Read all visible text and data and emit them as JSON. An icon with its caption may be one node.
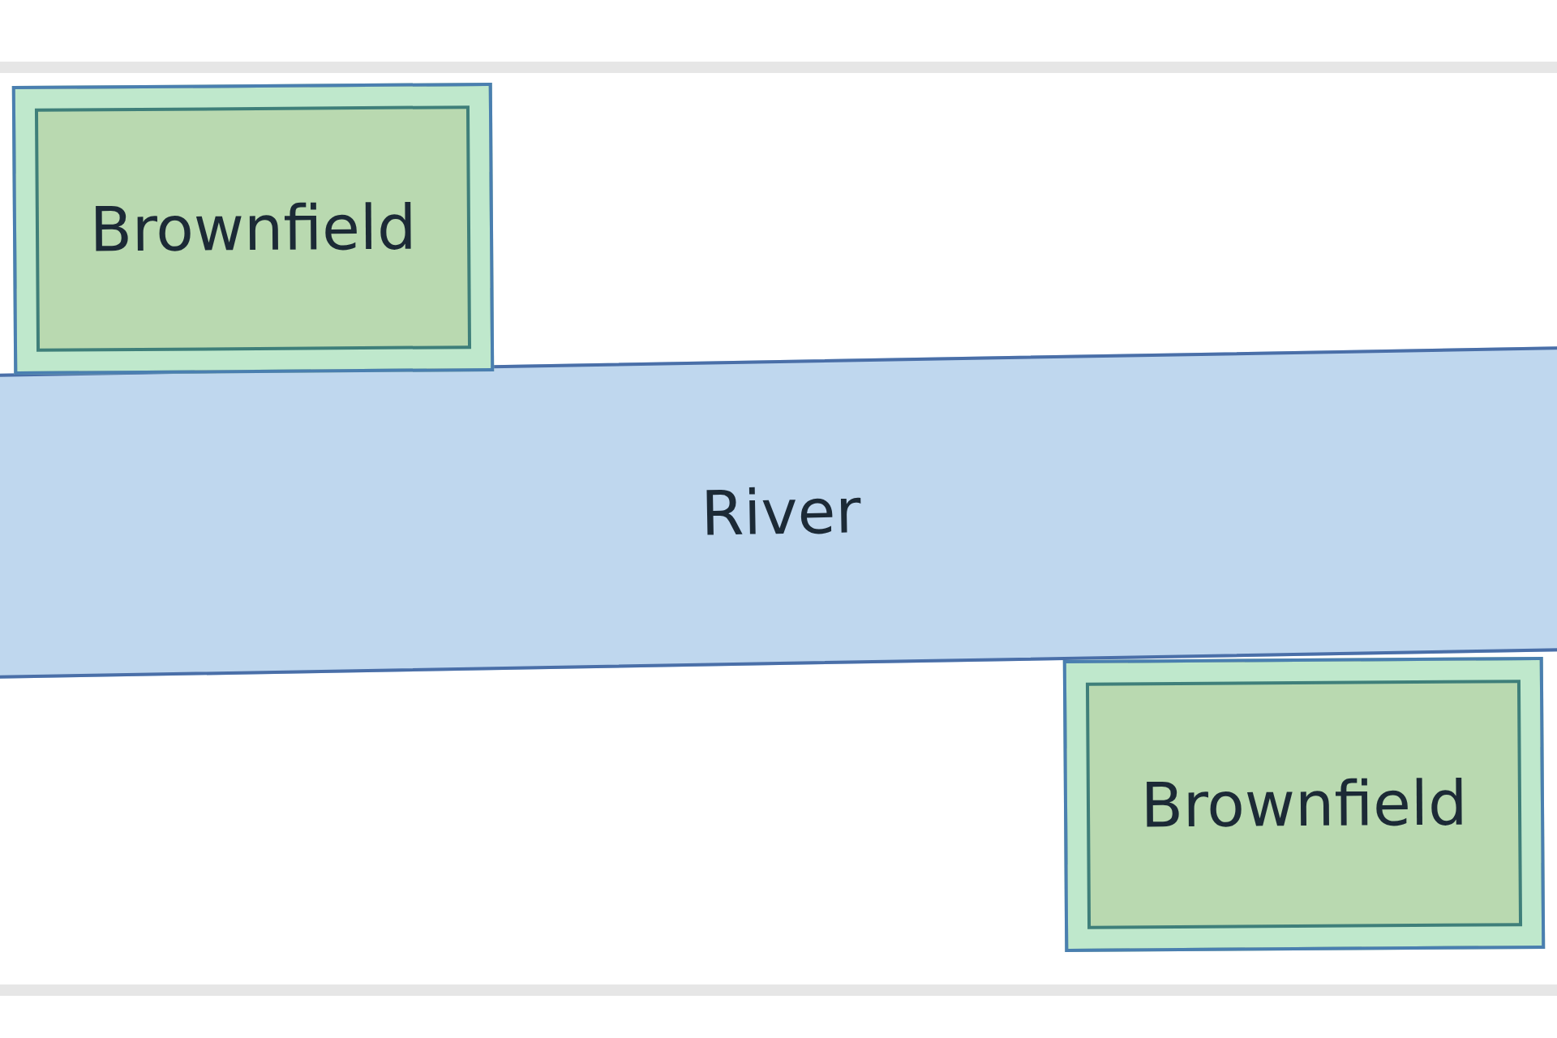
{
  "diagram": {
    "nodes": [
      {
        "text": [
          "Brownfield"
        ]
      },
      {
        "text": [
          "River"
        ]
      },
      {
        "text": [
          "Brownfield"
        ]
      }
    ]
  }
}
